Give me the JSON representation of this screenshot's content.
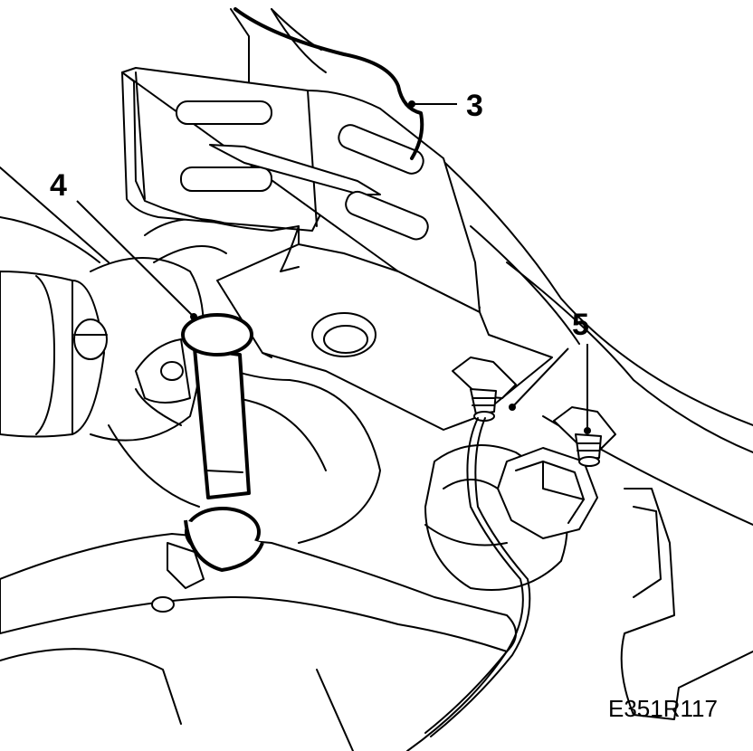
{
  "figure": {
    "reference": "E351R117",
    "callouts": [
      {
        "id": "callout-3",
        "label": "3"
      },
      {
        "id": "callout-4",
        "label": "4"
      },
      {
        "id": "callout-5",
        "label": "5"
      }
    ]
  }
}
